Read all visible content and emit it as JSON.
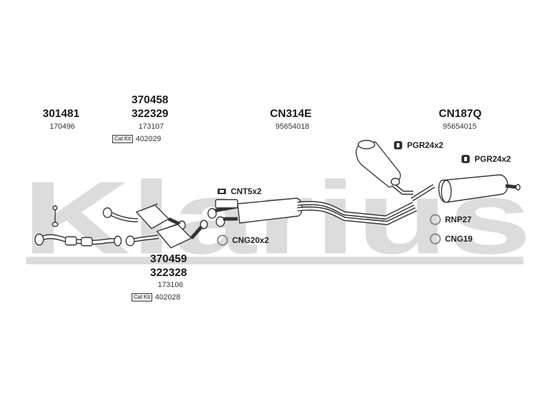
{
  "watermark": {
    "text": "Klarius"
  },
  "parts": {
    "p1": {
      "main": "301481",
      "sub": "170496"
    },
    "p2": {
      "main_top": "370458",
      "main": "322329",
      "sub": "173107",
      "kit_badge": "Cat Kit",
      "kit_code": "402029"
    },
    "p3": {
      "main_top": "370459",
      "main": "322328",
      "sub": "173106",
      "kit_badge": "Cat Kit",
      "kit_code": "402028"
    },
    "p4": {
      "main": "CN314E",
      "sub": "95654018"
    },
    "p5": {
      "main": "CN187Q",
      "sub": "95654015"
    }
  },
  "accessories": {
    "cnt": "CNT5x2",
    "cng20": "CNG20x2",
    "pgr1": "PGR24x2",
    "pgr2": "PGR24x2",
    "rnp": "RNP27",
    "cng19": "CNG19"
  },
  "colors": {
    "watermark": "#d9d9d9",
    "line": "#333333",
    "fill": "#ffffff",
    "ring": "#888888"
  }
}
